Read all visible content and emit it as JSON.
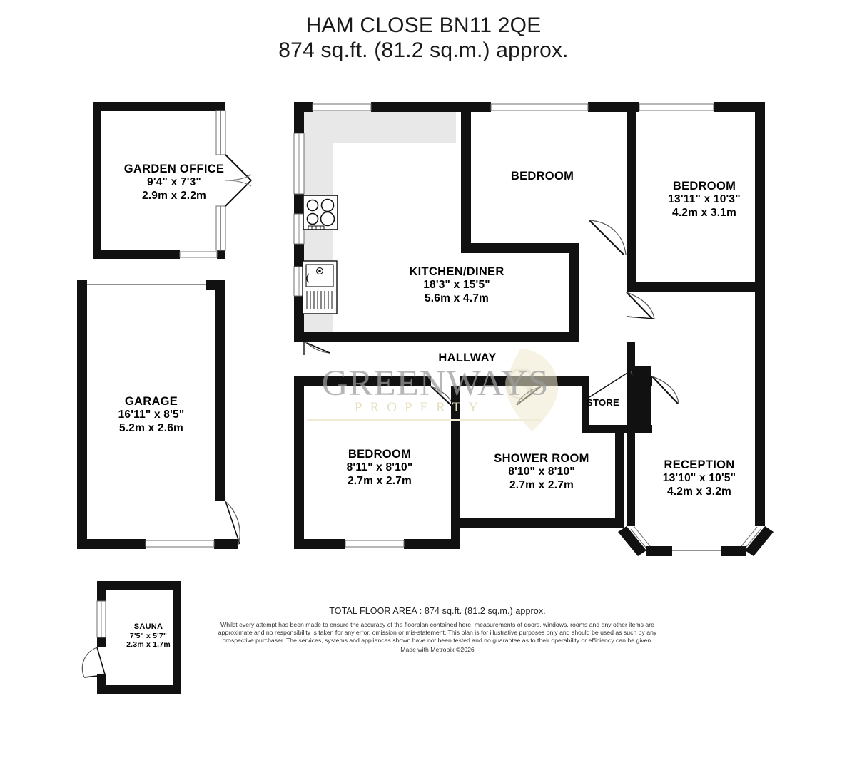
{
  "header": {
    "title": "HAM CLOSE BN11 2QE",
    "subtitle": "874 sq.ft. (81.2 sq.m.) approx."
  },
  "watermark": {
    "brand": "GREENWAYS",
    "tagline": "PROPERTY",
    "logo_letter": "G",
    "brand_color": "#9a9a9a",
    "tagline_color": "#e4e0c4"
  },
  "rooms": [
    {
      "key": "garden_office",
      "name": "GARDEN OFFICE",
      "dim_imperial": "9'4\"  x 7'3\"",
      "dim_metric": "2.9m  x 2.2m"
    },
    {
      "key": "garage",
      "name": "GARAGE",
      "dim_imperial": "16'11\"  x 8'5\"",
      "dim_metric": "5.2m  x 2.6m"
    },
    {
      "key": "sauna",
      "name": "SAUNA",
      "dim_imperial": "7'5\"  x 5'7\"",
      "dim_metric": "2.3m  x 1.7m"
    },
    {
      "key": "kitchen_diner",
      "name": "KITCHEN/DINER",
      "dim_imperial": "18'3\"  x 15'5\"",
      "dim_metric": "5.6m  x 4.7m"
    },
    {
      "key": "bedroom_top",
      "name": "BEDROOM",
      "dim_imperial": "",
      "dim_metric": ""
    },
    {
      "key": "bedroom_right",
      "name": "BEDROOM",
      "dim_imperial": "13'11\"  x 10'3\"",
      "dim_metric": "4.2m  x 3.1m"
    },
    {
      "key": "hallway",
      "name": "HALLWAY",
      "dim_imperial": "",
      "dim_metric": ""
    },
    {
      "key": "store",
      "name": "STORE",
      "dim_imperial": "",
      "dim_metric": ""
    },
    {
      "key": "bedroom_bottom",
      "name": "BEDROOM",
      "dim_imperial": "8'11\"  x 8'10\"",
      "dim_metric": "2.7m  x 2.7m"
    },
    {
      "key": "shower_room",
      "name": "SHOWER ROOM",
      "dim_imperial": "8'10\"  x 8'10\"",
      "dim_metric": "2.7m  x 2.7m"
    },
    {
      "key": "reception",
      "name": "RECEPTION",
      "dim_imperial": "13'10\"  x 10'5\"",
      "dim_metric": "4.2m  x 3.2m"
    }
  ],
  "fixtures": [
    {
      "key": "hob",
      "name": "cooker-hob-icon"
    },
    {
      "key": "sink",
      "name": "kitchen-sink-icon"
    }
  ],
  "footer": {
    "total_area": "TOTAL FLOOR AREA : 874 sq.ft. (81.2 sq.m.) approx.",
    "disclaimer": "Whilst every attempt has been made to ensure the accuracy of the floorplan contained here, measurements of doors, windows, rooms and any other items are approximate and no responsibility is taken for any error, omission or mis-statement. This plan is for illustrative purposes only and should be used as such by any prospective purchaser. The services, systems and appliances shown have not been tested and no guarantee as to their operability or efficiency can be given.",
    "made_with": "Made with Metropix ©2026"
  },
  "colors": {
    "wall": "#111111",
    "background": "#ffffff",
    "counter": "#e8e8e8",
    "door_arc": "#3a3a3a",
    "text": "#000000"
  }
}
